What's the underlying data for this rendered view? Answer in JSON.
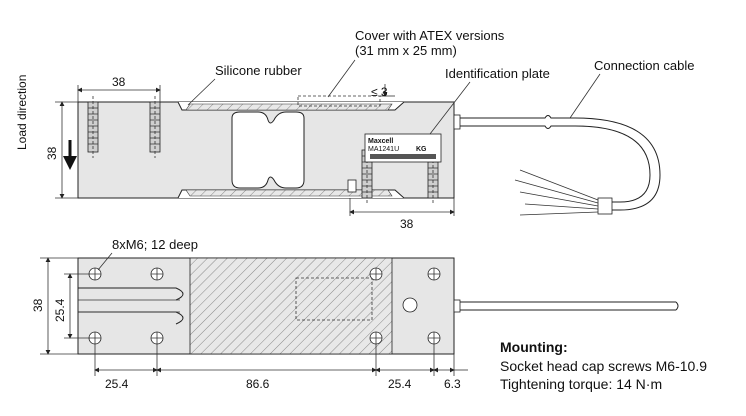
{
  "labels": {
    "load_direction": "Load direction",
    "silicone_rubber": "Silicone rubber",
    "cover_line1": "Cover with ATEX versions",
    "cover_line2": "(31 mm x 25 mm)",
    "identification_plate": "Identification plate",
    "connection_cable": "Connection cable",
    "thread_callout": "8xM6; 12 deep",
    "plate_brand": "Maxcell",
    "plate_model": "MA1241U",
    "plate_unit": "KG"
  },
  "dimensions": {
    "top_left_width": "38",
    "top_height": "38",
    "top_right_width": "38",
    "gap_le": "≤ 3",
    "bottom_height": "38",
    "bottom_inner_height": "25.4",
    "bottom_left": "25.4",
    "bottom_mid": "86.6",
    "bottom_right": "25.4",
    "bottom_end": "6.3"
  },
  "mounting": {
    "title": "Mounting:",
    "line1": "Socket head cap screws M6-10.9",
    "line2": "Tightening torque: 14 N·m"
  },
  "colors": {
    "body_fill": "#e6e6e6",
    "line": "#222222"
  }
}
